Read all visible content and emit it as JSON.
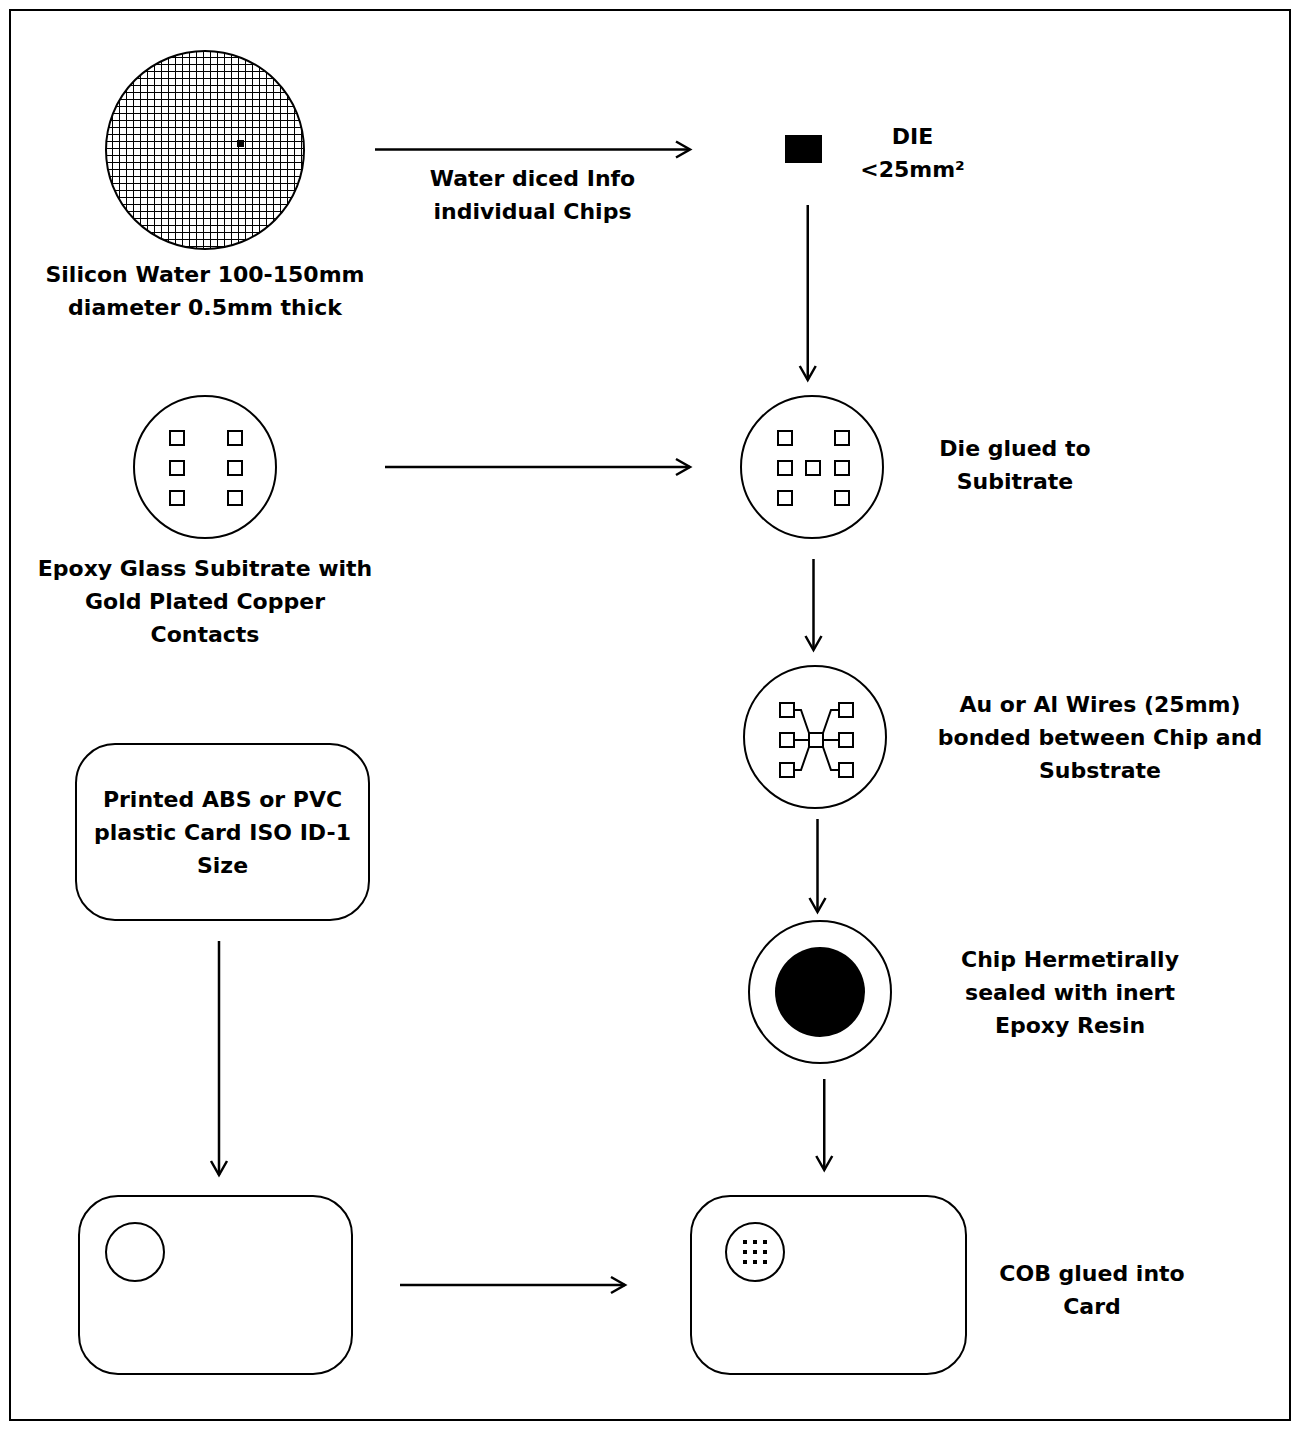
{
  "diagram": {
    "nodes": [
      {
        "text": [
          "Silicon Water 100-150mm diameter 0.5mm thick"
        ]
      },
      {
        "text": [
          "DIE <25mm²"
        ]
      },
      {
        "text": [
          "Epoxy Glass Subitrate with Gold Plated Copper Contacts"
        ]
      },
      {
        "text": [
          "Die glued to Subitrate"
        ]
      },
      {
        "text": [
          "Au or Al Wires (25mm) bonded between Chip and Substrate"
        ]
      },
      {
        "text": [
          "Chip Hermetirally sealed with inert Epoxy Resin"
        ]
      },
      {
        "text": [
          "Printed ABS or PVC plastic Card ISO ID-1 Size"
        ]
      },
      {
        "text": []
      },
      {
        "text": [
          "COB glued into Card"
        ]
      }
    ],
    "edges": [
      {
        "from": 0,
        "to": 1,
        "arrow": "to",
        "label": "Water diced Info individual Chips"
      },
      {
        "from": 1,
        "to": 3,
        "arrow": "to"
      },
      {
        "from": 2,
        "to": 3,
        "arrow": "to"
      },
      {
        "from": 3,
        "to": 4,
        "arrow": "to"
      },
      {
        "from": 4,
        "to": 5,
        "arrow": "to"
      },
      {
        "from": 5,
        "to": 8,
        "arrow": "to"
      },
      {
        "from": 6,
        "to": 7,
        "arrow": "to"
      },
      {
        "from": 7,
        "to": 8,
        "arrow": "to"
      }
    ]
  }
}
